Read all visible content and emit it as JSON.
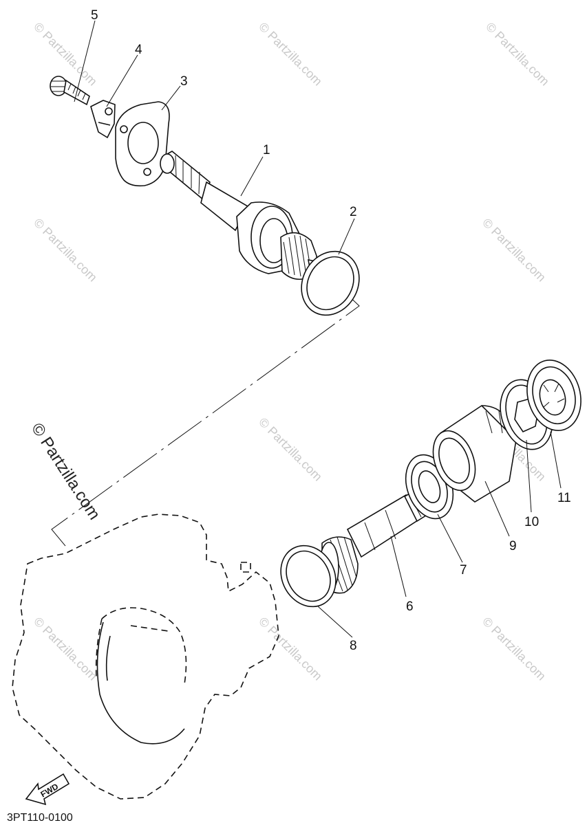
{
  "diagram": {
    "callouts": [
      {
        "id": "1",
        "label": "1"
      },
      {
        "id": "2",
        "label": "2"
      },
      {
        "id": "3",
        "label": "3"
      },
      {
        "id": "4",
        "label": "4"
      },
      {
        "id": "5",
        "label": "5"
      },
      {
        "id": "6",
        "label": "6"
      },
      {
        "id": "7",
        "label": "7"
      },
      {
        "id": "8",
        "label": "8"
      },
      {
        "id": "9",
        "label": "9"
      },
      {
        "id": "10",
        "label": "10"
      },
      {
        "id": "11",
        "label": "11"
      }
    ],
    "drawing_code": "3PT110-0100",
    "fwd_label": "FWD",
    "watermark_main": "© Partzilla.com",
    "watermark_tile": "© Partzilla.com"
  }
}
